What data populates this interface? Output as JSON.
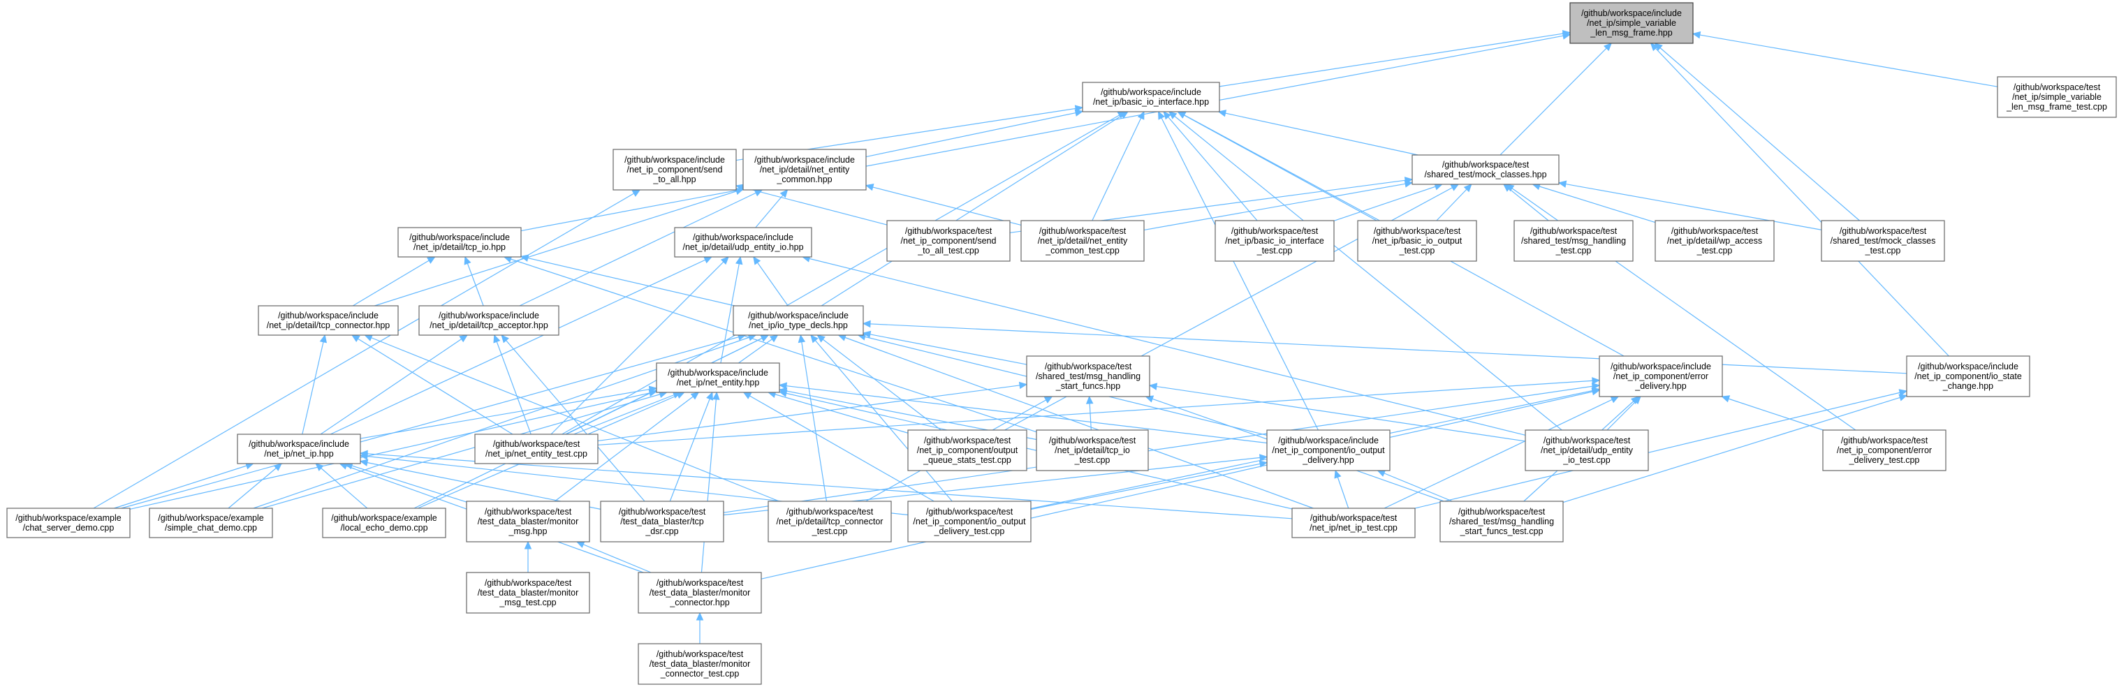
{
  "diagram": {
    "title": "",
    "colors": {
      "edge": "#63b8ff",
      "node_border": "#666666",
      "node_fill": "#ffffff",
      "root_fill": "#bfbfbf"
    },
    "nodes": [
      {
        "id": "root",
        "lines": [
          "/github/workspace/include",
          "/net_ip/simple_variable",
          "_len_msg_frame.hpp"
        ],
        "root": true
      },
      {
        "id": "svlmf_test",
        "lines": [
          "/github/workspace/test",
          "/net_ip/simple_variable",
          "_len_msg_frame_test.cpp"
        ]
      },
      {
        "id": "basic_io_if",
        "lines": [
          "/github/workspace/include",
          "/net_ip/basic_io_interface.hpp"
        ]
      },
      {
        "id": "mock_classes",
        "lines": [
          "/github/workspace/test",
          "/shared_test/mock_classes.hpp"
        ]
      },
      {
        "id": "send_to_all",
        "lines": [
          "/github/workspace/include",
          "/net_ip_component/send",
          "_to_all.hpp"
        ]
      },
      {
        "id": "net_entity_common",
        "lines": [
          "/github/workspace/include",
          "/net_ip/detail/net_entity",
          "_common.hpp"
        ]
      },
      {
        "id": "tcp_io",
        "lines": [
          "/github/workspace/include",
          "/net_ip/detail/tcp_io.hpp"
        ]
      },
      {
        "id": "udp_entity_io",
        "lines": [
          "/github/workspace/include",
          "/net_ip/detail/udp_entity_io.hpp"
        ]
      },
      {
        "id": "send_to_all_test",
        "lines": [
          "/github/workspace/test",
          "/net_ip_component/send",
          "_to_all_test.cpp"
        ]
      },
      {
        "id": "net_entity_common_test",
        "lines": [
          "/github/workspace/test",
          "/net_ip/detail/net_entity",
          "_common_test.cpp"
        ]
      },
      {
        "id": "basic_io_if_test",
        "lines": [
          "/github/workspace/test",
          "/net_ip/basic_io_interface",
          "_test.cpp"
        ]
      },
      {
        "id": "basic_io_output_test",
        "lines": [
          "/github/workspace/test",
          "/net_ip/basic_io_output",
          "_test.cpp"
        ]
      },
      {
        "id": "msg_handling_test",
        "lines": [
          "/github/workspace/test",
          "/shared_test/msg_handling",
          "_test.cpp"
        ]
      },
      {
        "id": "wp_access_test",
        "lines": [
          "/github/workspace/test",
          "/net_ip/detail/wp_access",
          "_test.cpp"
        ]
      },
      {
        "id": "mock_classes_test",
        "lines": [
          "/github/workspace/test",
          "/shared_test/mock_classes",
          "_test.cpp"
        ]
      },
      {
        "id": "tcp_connector",
        "lines": [
          "/github/workspace/include",
          "/net_ip/detail/tcp_connector.hpp"
        ]
      },
      {
        "id": "tcp_acceptor",
        "lines": [
          "/github/workspace/include",
          "/net_ip/detail/tcp_acceptor.hpp"
        ]
      },
      {
        "id": "io_type_decls",
        "lines": [
          "/github/workspace/include",
          "/net_ip/io_type_decls.hpp"
        ]
      },
      {
        "id": "net_entity",
        "lines": [
          "/github/workspace/include",
          "/net_ip/net_entity.hpp"
        ]
      },
      {
        "id": "msg_handling_start_funcs",
        "lines": [
          "/github/workspace/test",
          "/shared_test/msg_handling",
          "_start_funcs.hpp"
        ]
      },
      {
        "id": "error_delivery",
        "lines": [
          "/github/workspace/include",
          "/net_ip_component/error",
          "_delivery.hpp"
        ]
      },
      {
        "id": "io_state_change",
        "lines": [
          "/github/workspace/include",
          "/net_ip_component/io_state",
          "_change.hpp"
        ]
      },
      {
        "id": "net_ip",
        "lines": [
          "/github/workspace/include",
          "/net_ip/net_ip.hpp"
        ]
      },
      {
        "id": "net_entity_test",
        "lines": [
          "/github/workspace/test",
          "/net_ip/net_entity_test.cpp"
        ]
      },
      {
        "id": "output_queue_stats_test",
        "lines": [
          "/github/workspace/test",
          "/net_ip_component/output",
          "_queue_stats_test.cpp"
        ]
      },
      {
        "id": "tcp_io_test",
        "lines": [
          "/github/workspace/test",
          "/net_ip/detail/tcp_io",
          "_test.cpp"
        ]
      },
      {
        "id": "io_output_delivery",
        "lines": [
          "/github/workspace/include",
          "/net_ip_component/io_output",
          "_delivery.hpp"
        ]
      },
      {
        "id": "udp_entity_io_test",
        "lines": [
          "/github/workspace/test",
          "/net_ip/detail/udp_entity",
          "_io_test.cpp"
        ]
      },
      {
        "id": "error_delivery_test",
        "lines": [
          "/github/workspace/test",
          "/net_ip_component/error",
          "_delivery_test.cpp"
        ]
      },
      {
        "id": "chat_server_demo",
        "lines": [
          "/github/workspace/example",
          "/chat_server_demo.cpp"
        ]
      },
      {
        "id": "simple_chat_demo",
        "lines": [
          "/github/workspace/example",
          "/simple_chat_demo.cpp"
        ]
      },
      {
        "id": "local_echo_demo",
        "lines": [
          "/github/workspace/example",
          "/local_echo_demo.cpp"
        ]
      },
      {
        "id": "monitor_msg",
        "lines": [
          "/github/workspace/test",
          "/test_data_blaster/monitor",
          "_msg.hpp"
        ]
      },
      {
        "id": "tcp_dsr",
        "lines": [
          "/github/workspace/test",
          "/test_data_blaster/tcp",
          "_dsr.cpp"
        ]
      },
      {
        "id": "tcp_connector_test",
        "lines": [
          "/github/workspace/test",
          "/net_ip/detail/tcp_connector",
          "_test.cpp"
        ]
      },
      {
        "id": "io_output_delivery_test",
        "lines": [
          "/github/workspace/test",
          "/net_ip_component/io_output",
          "_delivery_test.cpp"
        ]
      },
      {
        "id": "net_ip_test",
        "lines": [
          "/github/workspace/test",
          "/net_ip/net_ip_test.cpp"
        ]
      },
      {
        "id": "msg_handling_start_funcs_test",
        "lines": [
          "/github/workspace/test",
          "/shared_test/msg_handling",
          "_start_funcs_test.cpp"
        ]
      },
      {
        "id": "monitor_msg_test",
        "lines": [
          "/github/workspace/test",
          "/test_data_blaster/monitor",
          "_msg_test.cpp"
        ]
      },
      {
        "id": "monitor_connector",
        "lines": [
          "/github/workspace/test",
          "/test_data_blaster/monitor",
          "_connector.hpp"
        ]
      },
      {
        "id": "monitor_connector_test",
        "lines": [
          "/github/workspace/test",
          "/test_data_blaster/monitor",
          "_connector_test.cpp"
        ]
      }
    ]
  }
}
